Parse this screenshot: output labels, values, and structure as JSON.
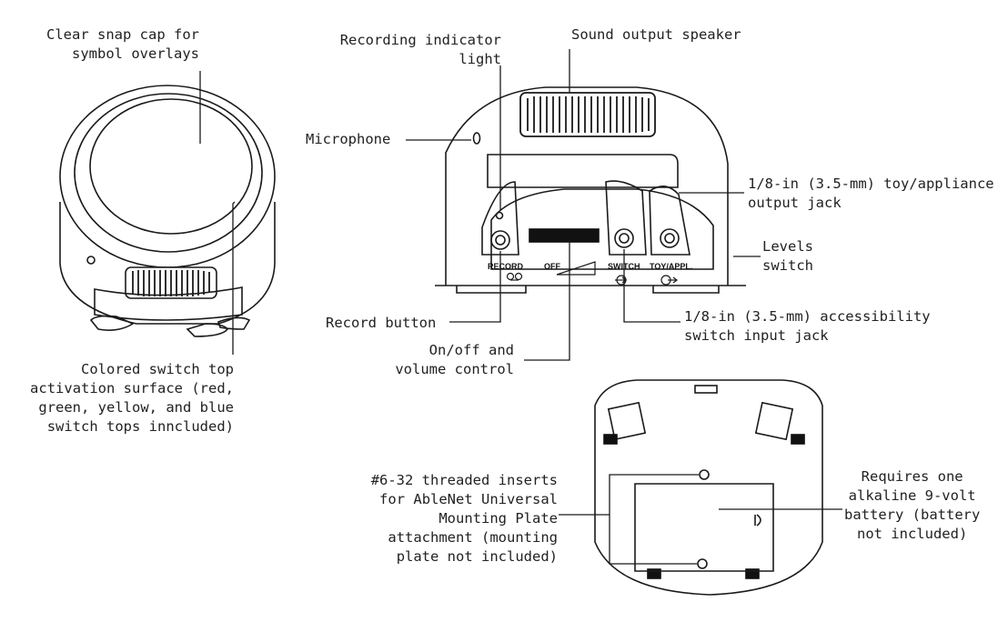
{
  "callouts": {
    "snap_cap": [
      "Clear snap cap for",
      "symbol overlays"
    ],
    "switch_top": [
      "Colored switch top",
      "activation surface (red,",
      "green, yellow, and blue",
      "switch tops inncluded)"
    ],
    "recording_light": [
      "Recording indicator",
      "light"
    ],
    "speaker": [
      "Sound output speaker"
    ],
    "microphone": [
      "Microphone"
    ],
    "toy_jack": [
      "1/8-in (3.5-mm) toy/appliance",
      "output jack"
    ],
    "levels": [
      "Levels",
      "switch"
    ],
    "record_button": [
      "Record button"
    ],
    "access_jack": [
      "1/8-in (3.5-mm) accessibility",
      "switch input jack"
    ],
    "onoff": [
      "On/off and",
      "volume control"
    ],
    "inserts": [
      "#6-32 threaded inserts",
      "for AbleNet Universal",
      "Mounting Plate",
      "attachment (mounting",
      "plate not included)"
    ],
    "battery": [
      "Requires one",
      "alkaline 9-volt",
      "battery (battery",
      "not included)"
    ]
  },
  "panel_labels": {
    "record": "RECORD",
    "off": "OFF",
    "switch": "SWITCH",
    "toy": "TOY/APPL."
  }
}
